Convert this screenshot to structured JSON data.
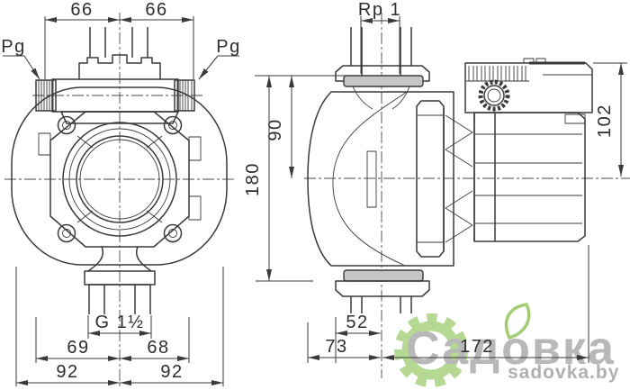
{
  "front_view": {
    "dim_width_left": "66",
    "dim_width_right": "66",
    "cable_gland_left": "Pg",
    "cable_gland_right": "Pg",
    "union_thread": "G 1½",
    "dim_offset_left": "69",
    "dim_offset_right": "68",
    "dim_half_width_left": "92",
    "dim_half_width_right": "92"
  },
  "side_view": {
    "port_thread": "Rp 1",
    "dim_center_height": "90",
    "dim_total_height": "180",
    "dim_box_height": "102",
    "dim_port_offset": "52",
    "dim_front_depth": "73",
    "dim_back_depth": "172"
  },
  "watermark": {
    "brand": "Садовка",
    "site": "sadovka.by",
    "icon": "gear-leaf-logo",
    "green": "#a3cf77",
    "gray": "#a7a7a7"
  },
  "colors": {
    "line": "#3a3a3a",
    "flange_fill": "#c6c6c6",
    "background": "#ffffff"
  }
}
